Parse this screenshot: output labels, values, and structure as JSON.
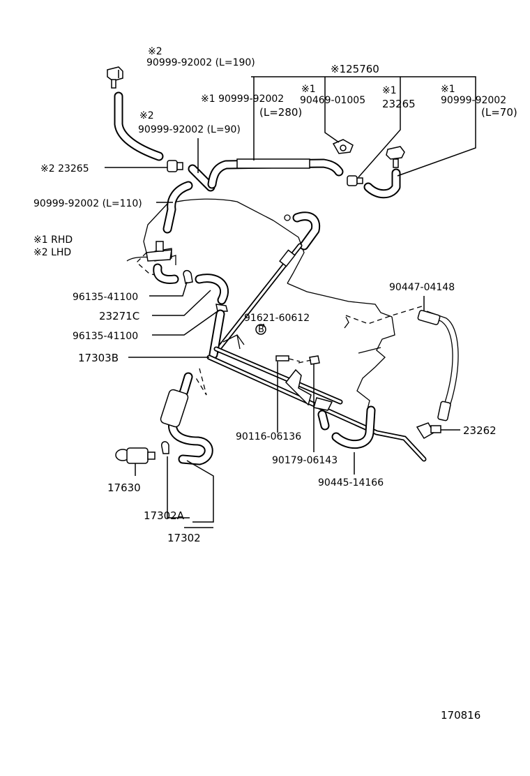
{
  "labels": {
    "note2_top": "※2",
    "hose_190": "90999-92002 (L=190)",
    "kit_125760": "※125760",
    "hose_280_a": "※1 90999-92002",
    "hose_280_b": "(L=280)",
    "note1_a": "※1",
    "clip_90469": "90469-01005",
    "note1_b": "※1",
    "valve_23265_top": "23265",
    "note1_c": "※1",
    "hose_70_a": "90999-92002",
    "hose_70_b": "(L=70)",
    "note2_mid": "※2",
    "hose_90": "90999-92002 (L=90)",
    "valve_23265_left": "※2 23265",
    "hose_110": "90999-92002 (L=110)",
    "rhd": "※1 RHD",
    "lhd": "※2 LHD",
    "clamp_96135_a": "96135-41100",
    "hose_23271c": "23271C",
    "clamp_96135_b": "96135-41100",
    "hose_90447": "90447-04148",
    "nut_91621": "91621-60612",
    "pipe_17303b": "17303B",
    "valve_23262": "23262",
    "bolt_90116": "90116-06136",
    "collar_90179": "90179-06143",
    "hose_90445": "90445-14166",
    "valve_17630": "17630",
    "hose_17302a": "17302A",
    "assy_17302": "17302",
    "figure_no": "170816"
  }
}
